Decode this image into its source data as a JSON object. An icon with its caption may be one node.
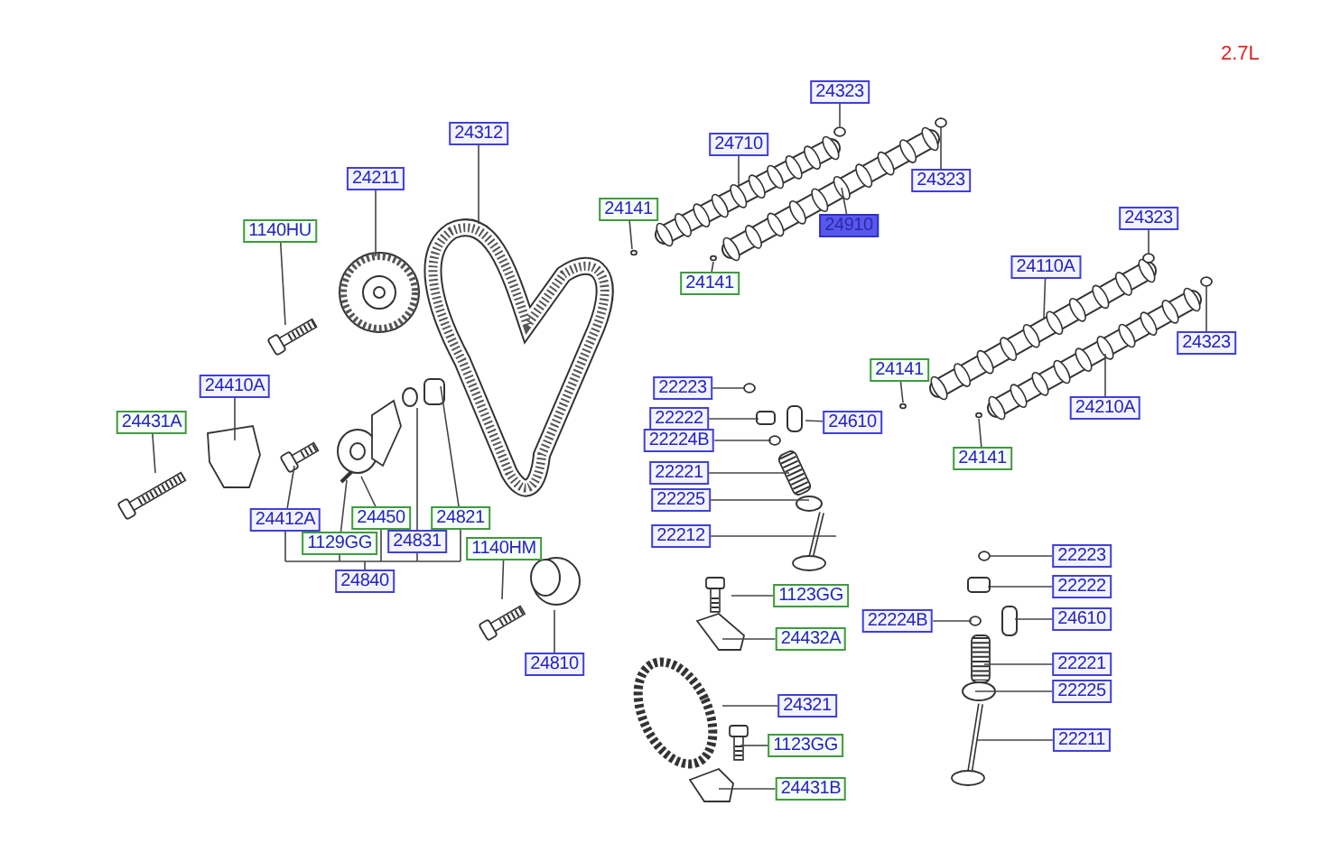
{
  "diagram": {
    "nodes": [
      {
        "text": [
          "24312"
        ]
      },
      {
        "text": [
          "24211"
        ]
      },
      {
        "text": [
          "1140HU"
        ]
      },
      {
        "text": [
          "24410A"
        ]
      },
      {
        "text": [
          "24431A"
        ]
      },
      {
        "text": [
          "24412A"
        ]
      },
      {
        "text": [
          "24450"
        ]
      },
      {
        "text": [
          "1129GG"
        ]
      },
      {
        "text": [
          "24831"
        ]
      },
      {
        "text": [
          "24821"
        ]
      },
      {
        "text": [
          "24840"
        ]
      },
      {
        "text": [
          "1140HM"
        ]
      },
      {
        "text": [
          "24810"
        ]
      },
      {
        "text": [
          "24323"
        ]
      },
      {
        "text": [
          "24710"
        ]
      },
      {
        "text": [
          "24141"
        ]
      },
      {
        "text": [
          "24910"
        ]
      },
      {
        "text": [
          "24323"
        ]
      },
      {
        "text": [
          "24141"
        ]
      },
      {
        "text": [
          "24323"
        ]
      },
      {
        "text": [
          "24110A"
        ]
      },
      {
        "text": [
          "24323"
        ]
      },
      {
        "text": [
          "24141"
        ]
      },
      {
        "text": [
          "24210A"
        ]
      },
      {
        "text": [
          "24141"
        ]
      },
      {
        "text": [
          "22223"
        ]
      },
      {
        "text": [
          "22222"
        ]
      },
      {
        "text": [
          "22224B"
        ]
      },
      {
        "text": [
          "24610"
        ]
      },
      {
        "text": [
          "22221"
        ]
      },
      {
        "text": [
          "22225"
        ]
      },
      {
        "text": [
          "22212"
        ]
      },
      {
        "text": [
          "1123GG"
        ]
      },
      {
        "text": [
          "24432A"
        ]
      },
      {
        "text": [
          "24321"
        ]
      },
      {
        "text": [
          "1123GG"
        ]
      },
      {
        "text": [
          "24431B"
        ]
      },
      {
        "text": [
          "22223"
        ]
      },
      {
        "text": [
          "22222"
        ]
      },
      {
        "text": [
          "24610"
        ]
      },
      {
        "text": [
          "22224B"
        ]
      },
      {
        "text": [
          "22221"
        ]
      },
      {
        "text": [
          "22225"
        ]
      },
      {
        "text": [
          "22211"
        ]
      }
    ],
    "edges": [
      {
        "from": 0,
        "to": null,
        "arrow": "none"
      },
      {
        "from": 1,
        "to": null,
        "arrow": "none"
      },
      {
        "from": 2,
        "to": null,
        "arrow": "none"
      },
      {
        "from": 3,
        "to": null,
        "arrow": "none"
      },
      {
        "from": 4,
        "to": null,
        "arrow": "none"
      },
      {
        "from": 5,
        "to": null,
        "arrow": "none"
      },
      {
        "from": 6,
        "to": null,
        "arrow": "none"
      },
      {
        "from": 7,
        "to": null,
        "arrow": "none"
      },
      {
        "from": 8,
        "to": null,
        "arrow": "none"
      },
      {
        "from": 9,
        "to": null,
        "arrow": "none"
      },
      {
        "from": 11,
        "to": null,
        "arrow": "none"
      },
      {
        "from": 12,
        "to": null,
        "arrow": "none"
      },
      {
        "from": 13,
        "to": null,
        "arrow": "none"
      },
      {
        "from": 14,
        "to": null,
        "arrow": "none"
      },
      {
        "from": 15,
        "to": null,
        "arrow": "none"
      },
      {
        "from": 16,
        "to": null,
        "arrow": "none"
      },
      {
        "from": 17,
        "to": null,
        "arrow": "none"
      },
      {
        "from": 18,
        "to": null,
        "arrow": "none"
      },
      {
        "from": 19,
        "to": null,
        "arrow": "none"
      },
      {
        "from": 20,
        "to": null,
        "arrow": "none"
      },
      {
        "from": 21,
        "to": null,
        "arrow": "none"
      },
      {
        "from": 22,
        "to": null,
        "arrow": "none"
      },
      {
        "from": 23,
        "to": null,
        "arrow": "none"
      },
      {
        "from": 24,
        "to": null,
        "arrow": "none"
      },
      {
        "from": 25,
        "to": null,
        "arrow": "none"
      },
      {
        "from": 26,
        "to": null,
        "arrow": "none"
      },
      {
        "from": 27,
        "to": null,
        "arrow": "none"
      },
      {
        "from": 28,
        "to": null,
        "arrow": "none"
      },
      {
        "from": 29,
        "to": null,
        "arrow": "none"
      },
      {
        "from": 30,
        "to": null,
        "arrow": "none"
      },
      {
        "from": 31,
        "to": null,
        "arrow": "none"
      },
      {
        "from": 32,
        "to": null,
        "arrow": "none"
      },
      {
        "from": 33,
        "to": null,
        "arrow": "none"
      },
      {
        "from": 34,
        "to": null,
        "arrow": "none"
      },
      {
        "from": 35,
        "to": null,
        "arrow": "none"
      },
      {
        "from": 36,
        "to": null,
        "arrow": "none"
      },
      {
        "from": 37,
        "to": null,
        "arrow": "none"
      },
      {
        "from": 38,
        "to": null,
        "arrow": "none"
      },
      {
        "from": 39,
        "to": null,
        "arrow": "none"
      },
      {
        "from": 40,
        "to": null,
        "arrow": "none"
      },
      {
        "from": 41,
        "to": null,
        "arrow": "none"
      },
      {
        "from": 42,
        "to": null,
        "arrow": "none"
      },
      {
        "from": 43,
        "to": null,
        "arrow": "none"
      }
    ],
    "labels": [
      "2.7L"
    ]
  }
}
